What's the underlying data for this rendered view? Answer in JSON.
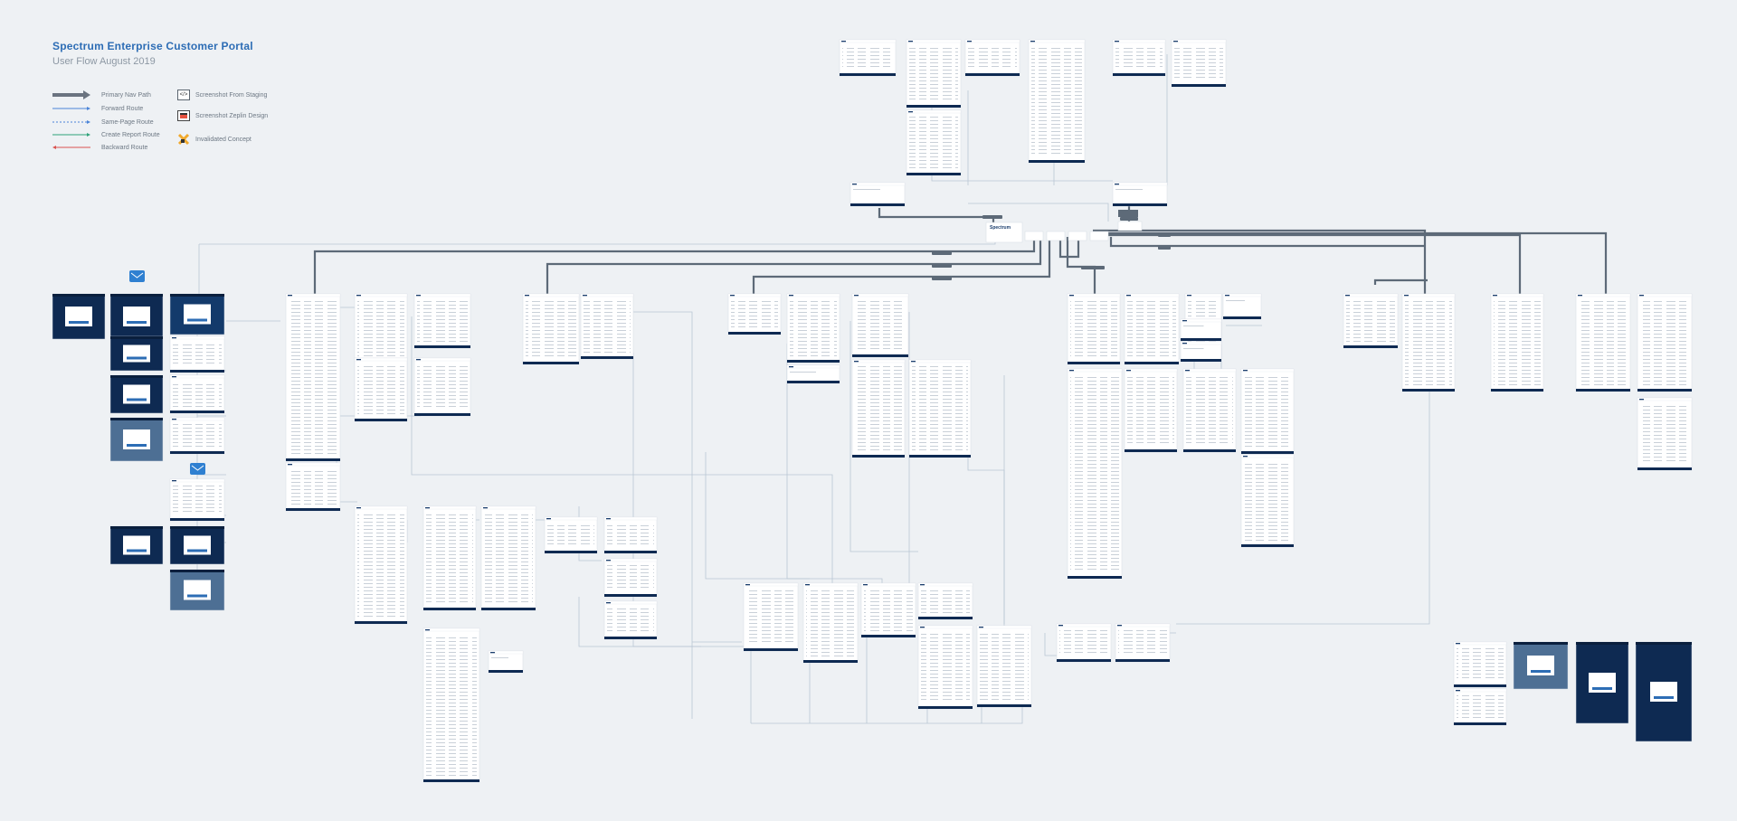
{
  "header": {
    "title": "Spectrum Enterprise Customer Portal",
    "subtitle": "User Flow August 2019"
  },
  "legend": {
    "routes": [
      {
        "label": "Primary Nav Path",
        "style": "thick-arrow",
        "color": "#6b7480"
      },
      {
        "label": "Forward Route",
        "style": "solid",
        "color": "#4a84d8"
      },
      {
        "label": "Same-Page Route",
        "style": "dashed",
        "color": "#4a84d8"
      },
      {
        "label": "Create Report Route",
        "style": "solid",
        "color": "#2fa37a"
      },
      {
        "label": "Backward Route",
        "style": "solid",
        "color": "#d9534f"
      }
    ],
    "sources": [
      {
        "label": "Screenshot From Staging",
        "icon": "code-icon"
      },
      {
        "label": "Screenshot Zeplin Design",
        "icon": "zeplin-icon"
      },
      {
        "label": "Invalidated Concept",
        "icon": "invalidated-icon"
      }
    ]
  },
  "hub": {
    "logo": "Spectrum"
  },
  "colors": {
    "background": "#eef1f4",
    "primary_line": "#5d6a78",
    "connector": "#b9c6d4",
    "navy": "#0e2a52",
    "accent": "#2d6db5"
  }
}
